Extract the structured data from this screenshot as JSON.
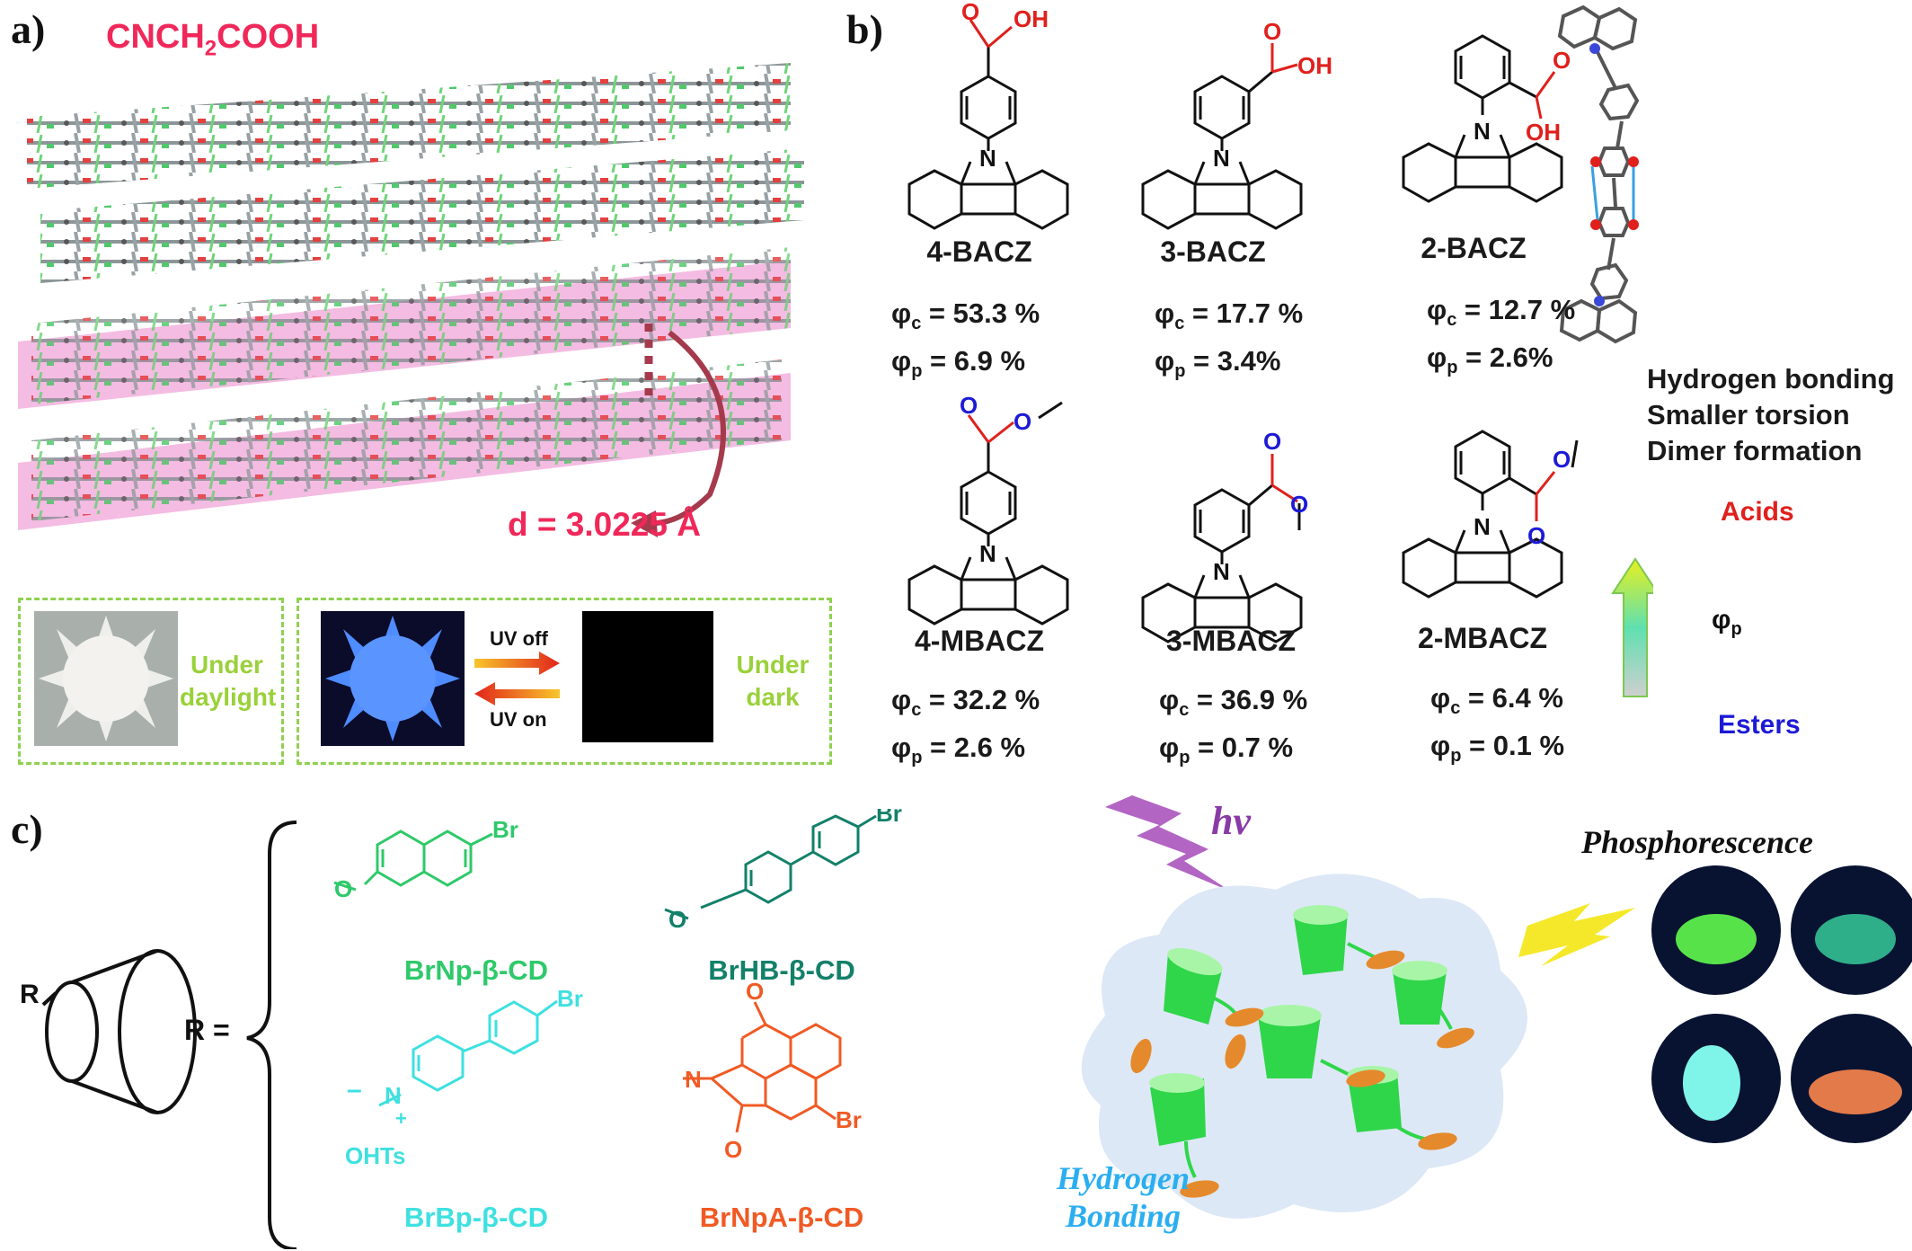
{
  "panel_a": {
    "label": "a)",
    "formula_main": "CNCH",
    "formula_sub": "2",
    "formula_tail": "COOH",
    "distance": "d = 3.0225 Å",
    "daylight_label": "Under daylight",
    "uv_off": "UV off",
    "uv_on": "UV on",
    "dark_label": "Under dark"
  },
  "panel_b": {
    "label": "b)",
    "acids": [
      {
        "name": "4-BACZ",
        "phic": "53.3 %",
        "phip": "6.9 %"
      },
      {
        "name": "3-BACZ",
        "phic": "17.7 %",
        "phip": "3.4%"
      },
      {
        "name": "2-BACZ",
        "phic": "12.7 %",
        "phip": "2.6%"
      }
    ],
    "esters": [
      {
        "name": "4-MBACZ",
        "phic": "32.2 %",
        "phip": "2.6 %"
      },
      {
        "name": "3-MBACZ",
        "phic": "36.9 %",
        "phip": "0.7 %"
      },
      {
        "name": "2-MBACZ",
        "phic": "6.4 %",
        "phip": "0.1 %"
      }
    ],
    "phi_symbol": "φ",
    "sub_c": "c",
    "sub_p": "p",
    "equals": " = ",
    "oh_label": "OH",
    "n_label": "N",
    "o_label": "O",
    "features": [
      "Hydrogen bonding",
      "Smaller torsion",
      "Dimer formation"
    ],
    "acids_label": "Acids",
    "esters_label": "Esters",
    "arrow_axis": "φ",
    "arrow_axis_sub": "p",
    "acid_color": "#e0201c",
    "ester_color": "#1d1ad6"
  },
  "panel_c": {
    "label": "c)",
    "r_label": "R",
    "r_equals": "R =",
    "br": "Br",
    "n_plus": "N",
    "plus": "+",
    "minus": "–",
    "ohts": "OHTs",
    "o_label": "O",
    "n_label": "N",
    "compounds": [
      {
        "name": "BrNp-β-CD",
        "color": "#2ec96a"
      },
      {
        "name": "BrHB-β-CD",
        "color": "#13806a"
      },
      {
        "name": "BrBp-β-CD",
        "color": "#3fe0e0"
      },
      {
        "name": "BrNpA-β-CD",
        "color": "#f05a24"
      }
    ],
    "hv": "hν",
    "hydrogen_bonding_1": "Hydrogen",
    "hydrogen_bonding_2": "Bonding",
    "phosphorescence": "Phosphorescence"
  }
}
